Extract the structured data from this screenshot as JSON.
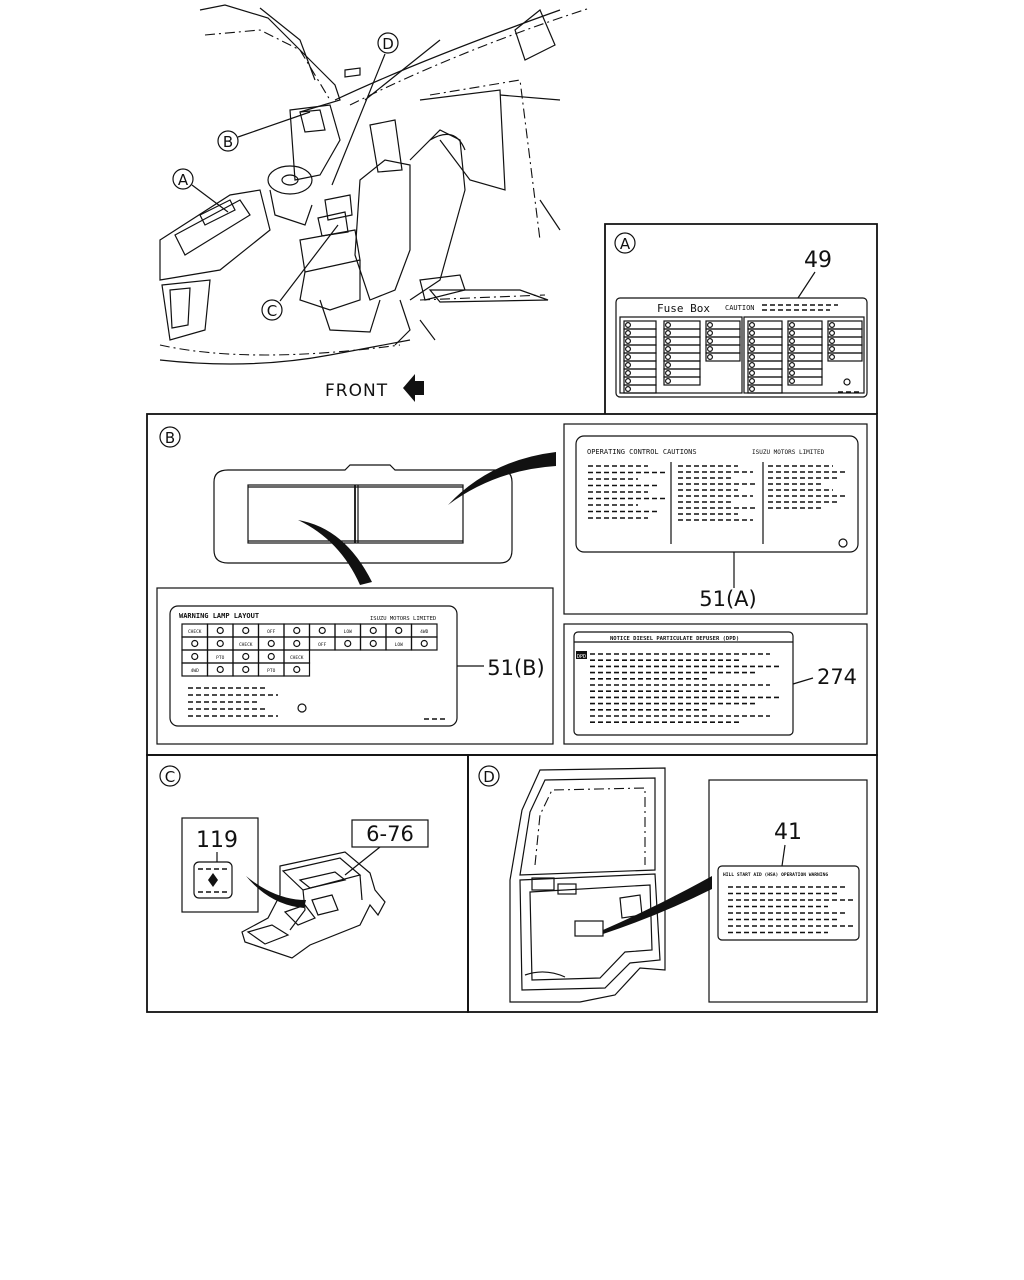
{
  "overview": {
    "callouts": [
      "A",
      "B",
      "C",
      "D"
    ],
    "front_label": "FRONT"
  },
  "panel_a": {
    "letter": "A",
    "part_no": "49",
    "label_title": "Fuse Box",
    "label_caution": "CAUTION"
  },
  "panel_b": {
    "letter": "B",
    "label_51a": {
      "part_no": "51(A)",
      "title": "OPERATING CONTROL CAUTIONS",
      "maker": "ISUZU MOTORS LIMITED"
    },
    "label_51b": {
      "part_no": "51(B)",
      "title": "WARNING LAMP LAYOUT",
      "maker": "ISUZU MOTORS LIMITED",
      "cell_labels": [
        "CHECK",
        "LOW",
        "PTO",
        "OFF",
        "4WD"
      ]
    },
    "label_274": {
      "part_no": "274",
      "title": "NOTICE DIESEL PARTICULATE DEFUSER (DPD)",
      "tag": "DPD"
    }
  },
  "panel_c": {
    "letter": "C",
    "part_no_1": "119",
    "part_no_2": "6-76"
  },
  "panel_d": {
    "letter": "D",
    "part_no": "41",
    "label_title": "HILL START AID (HSA) OPERATION WARNING"
  }
}
